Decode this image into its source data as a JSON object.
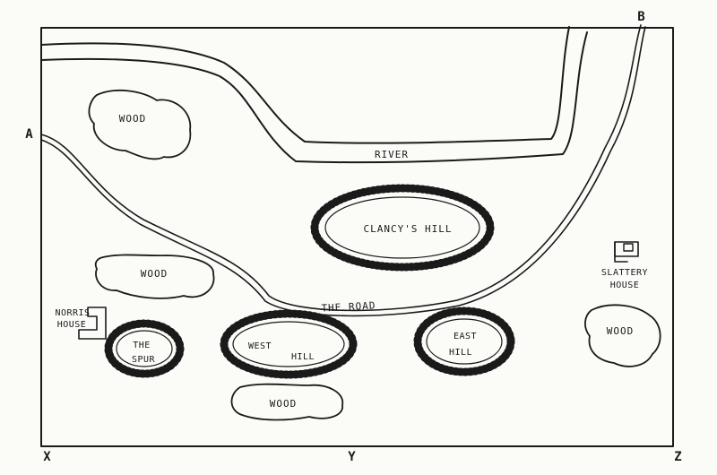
{
  "map": {
    "corners": {
      "a": "A",
      "b": "B",
      "x": "X",
      "y": "Y",
      "z": "Z"
    },
    "features": {
      "river": "RIVER",
      "road": "THE   ROAD",
      "clancys_hill": "CLANCY'S HILL",
      "west_hill": [
        "WEST",
        "HILL"
      ],
      "east_hill": [
        "EAST",
        "HILL"
      ],
      "the_spur": [
        "THE",
        "SPUR"
      ],
      "norris_house": [
        "NORRIS",
        "HOUSE"
      ],
      "slattery_house": [
        "SLATTERY",
        "HOUSE"
      ],
      "wood_label": "WOOD"
    },
    "ink_color": "#1a1a1a",
    "paper_color": "#fbfbf8"
  }
}
